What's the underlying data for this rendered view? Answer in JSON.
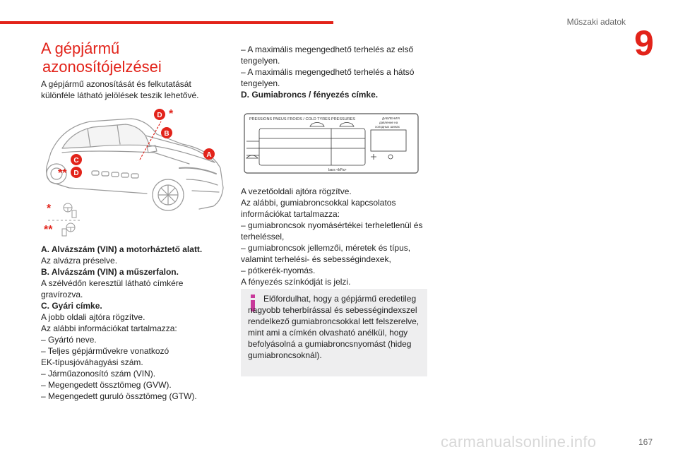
{
  "header": {
    "section": "Műszaki adatok",
    "chapter": "9"
  },
  "title": {
    "line1": "A gépjármű",
    "line2": "azonosítójelzései"
  },
  "intro": [
    "A gépjármű azonosítását és felkutatását",
    "különféle látható jelölések teszik lehetővé."
  ],
  "figure_car": {
    "markers": [
      "A",
      "B",
      "C",
      "D"
    ],
    "stars": [
      "*",
      "**"
    ]
  },
  "col1_lines": [
    {
      "text": "A. Alvázszám (VIN) a motorháztető alatt.",
      "bold": true
    },
    {
      "text": "Az alvázra préselve.",
      "bold": false
    },
    {
      "text": "B. Alvázszám (VIN) a műszerfalon.",
      "bold": true
    },
    {
      "text": "A szélvédőn keresztül látható címkére",
      "bold": false
    },
    {
      "text": "gravírozva.",
      "bold": false
    },
    {
      "text": "C. Gyári címke.",
      "bold": true
    },
    {
      "text": "A jobb oldali ajtóra rögzítve.",
      "bold": false
    },
    {
      "text": "Az alábbi információkat tartalmazza:",
      "bold": false
    },
    {
      "text": "– Gyártó neve.",
      "bold": false
    },
    {
      "text": "– Teljes gépjárművekre vonatkozó",
      "bold": false
    },
    {
      "text": "EK-típusjóváhagyási szám.",
      "bold": false
    },
    {
      "text": "– Járműazonosító szám (VIN).",
      "bold": false
    },
    {
      "text": "– Megengedett össztömeg (GVW).",
      "bold": false
    },
    {
      "text": "– Megengedett guruló össztömeg (GTW).",
      "bold": false
    }
  ],
  "col2_top_lines": [
    {
      "text": "– A maximális megengedhető terhelés az első",
      "bold": false
    },
    {
      "text": "tengelyen.",
      "bold": false
    },
    {
      "text": "– A maximális megengedhető terhelés a hátsó",
      "bold": false
    },
    {
      "text": "tengelyen.",
      "bold": false
    },
    {
      "text": "D. Gumiabroncs / fényezés címke.",
      "bold": true
    }
  ],
  "tyre_label": {
    "header": "PRESSIONS PNEUS FROIDS / COLD TYRES PRESSURES",
    "ru_line1": "ДАВЛЕНИЯ",
    "ru_line2": "давление на",
    "ru_line3": "холодных шинах",
    "units": "bars   <kPa>"
  },
  "col2_mid_lines": [
    {
      "text": "A vezetőoldali ajtóra rögzítve.",
      "bold": false
    },
    {
      "text": "Az alábbi, gumiabroncsokkal kapcsolatos",
      "bold": false
    },
    {
      "text": "információkat tartalmazza:",
      "bold": false
    },
    {
      "text": "– gumiabroncsok nyomásértékei terheletlenül és",
      "bold": false
    },
    {
      "text": "terheléssel,",
      "bold": false
    },
    {
      "text": "– gumiabroncsok jellemzői, méretek és típus,",
      "bold": false
    },
    {
      "text": "valamint terhelési- és sebességindexek,",
      "bold": false
    },
    {
      "text": "– pótkerék-nyomás.",
      "bold": false
    },
    {
      "text": "A fényezés színkódját is jelzi.",
      "bold": false
    }
  ],
  "info_box": {
    "text": "Előfordulhat, hogy a gépjármű eredetileg nagyobb teherbírással és sebességindexszel rendelkező gumiabroncsokkal lett felszerelve, mint ami a címkén olvasható anélkül, hogy befolyásolná a gumiabroncsnyomást (hideg gumiabroncsoknál)."
  },
  "footer": {
    "page_number": "167",
    "watermark": "carmanualsonline.info"
  },
  "colors": {
    "accent": "#e2231a",
    "info_bg": "#eeeeef",
    "info_icon": "#c8399a"
  }
}
